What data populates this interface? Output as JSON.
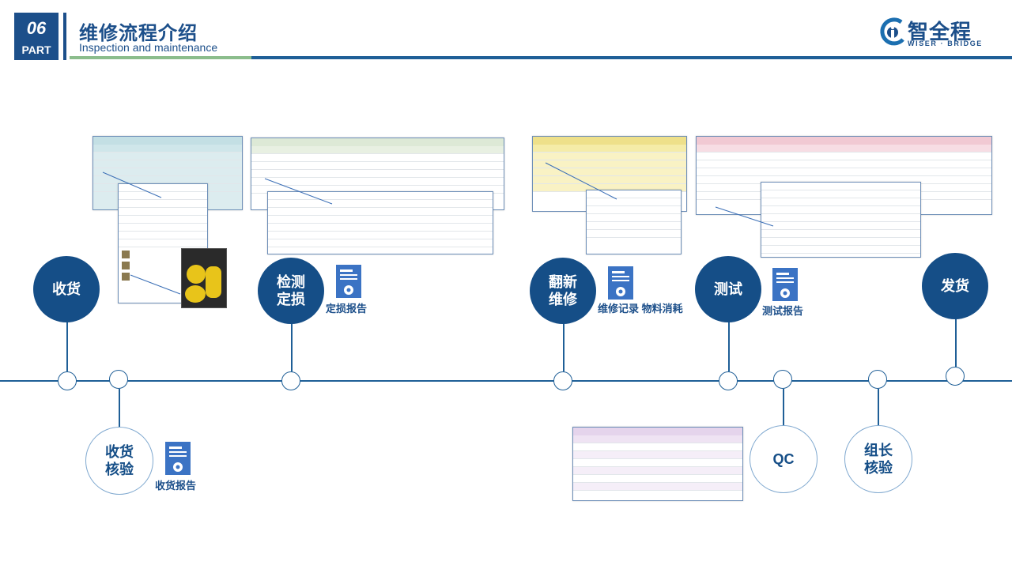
{
  "header": {
    "part_number": "06",
    "part_label": "PART",
    "title": "维修流程介绍",
    "subtitle": "Inspection and maintenance"
  },
  "logo": {
    "name_cn": "智全程",
    "name_en": "WISER · BRIDGE",
    "icon": "wiser-bridge-logo"
  },
  "colors": {
    "primary": "#154e87",
    "accent_green": "#8bbd8c",
    "line_blue": "#1f5f97"
  },
  "steps_top": [
    {
      "label": "收货"
    },
    {
      "label": "检测\n定损"
    },
    {
      "label": "翻新\n维修"
    },
    {
      "label": "测试"
    },
    {
      "label": "发货"
    }
  ],
  "steps_bottom": [
    {
      "label": "收货\n核验"
    },
    {
      "label": "QC"
    },
    {
      "label": "组长\n核验"
    }
  ],
  "reports": {
    "damage": "定损报告",
    "repair": "维修记录\n物料消耗",
    "test": "测试报告",
    "receive": "收货报告"
  },
  "icons": {
    "report": "report-gear-icon"
  }
}
